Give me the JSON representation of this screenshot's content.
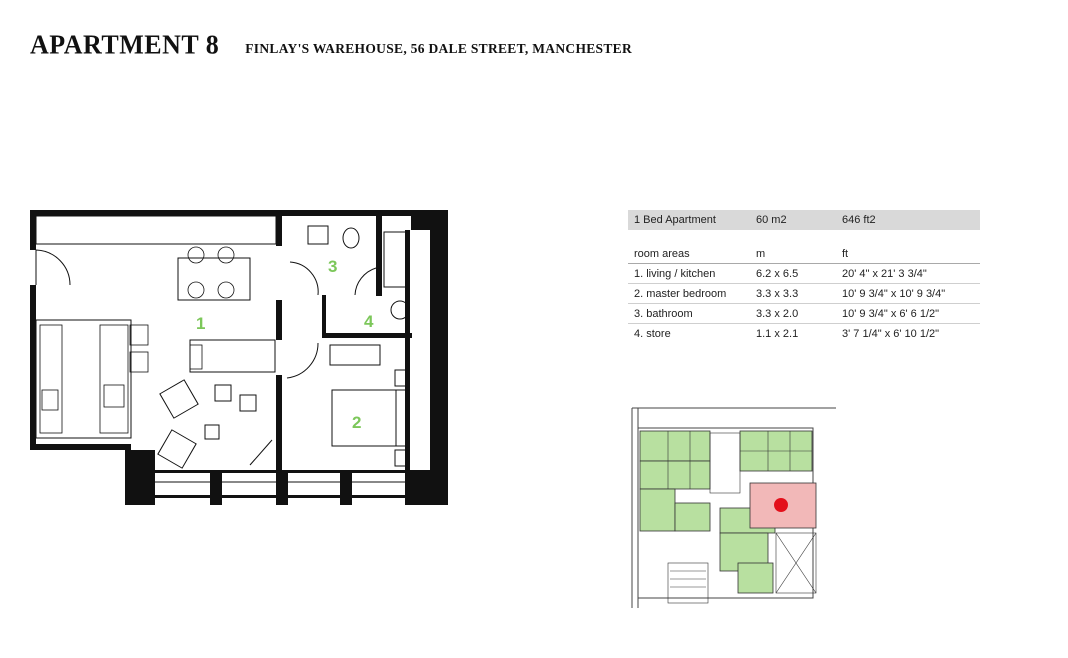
{
  "header": {
    "title": "APARTMENT 8",
    "subtitle": "FINLAY'S WAREHOUSE, 56 DALE STREET, MANCHESTER"
  },
  "floorplan": {
    "rooms": [
      {
        "number": "1"
      },
      {
        "number": "2"
      },
      {
        "number": "3"
      },
      {
        "number": "4"
      }
    ],
    "room_label_color": "#7cc75a"
  },
  "summary": {
    "type": "1 Bed Apartment",
    "area_m": "60 m2",
    "area_ft": "646 ft2"
  },
  "areas": {
    "headers": [
      "room areas",
      "m",
      "ft"
    ],
    "rows": [
      [
        "1. living / kitchen",
        "6.2 x 6.5",
        "20' 4\" x 21' 3 3/4\""
      ],
      [
        "2. master bedroom",
        "3.3 x 3.3",
        "10' 9 3/4\" x 10' 9 3/4\""
      ],
      [
        "3. bathroom",
        "3.3 x 2.0",
        "10' 9 3/4\" x 6' 6 1/2\""
      ],
      [
        "4. store",
        "1.1 x 2.1",
        "3' 7 1/4\" x 6' 10 1/2\""
      ]
    ]
  },
  "siteplan": {
    "highlight_color": "#f2b8b8",
    "flat_color": "#b8e0a0",
    "marker_color": "#e3101b"
  }
}
